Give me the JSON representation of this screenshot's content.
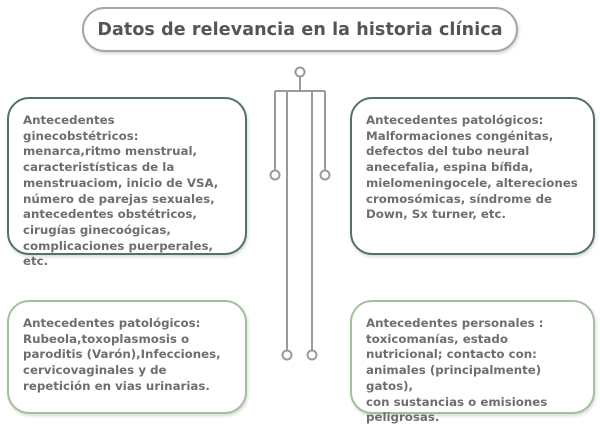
{
  "title": "Datos de relevancia en la historia clínica",
  "boxes": {
    "top_left": "Antecedentes ginecobstétricos:\nmenarca,ritmo menstrual, caracteristísticas de la menstruaciom, inicio de VSA, número de parejas sexuales, antecedentes obstétricos, cirugías ginecoógicas, complicaciones puerperales, etc.",
    "top_right": "Antecedentes patológicos:\nMalformaciones congénitas, defectos del tubo neural anecefalia, espina bífida, mielomeningocele, altereciones cromosómicas, síndrome de Down, Sx turner, etc.",
    "bottom_left": "Antecedentes patológicos:\nRubeola,toxoplasmosis o paroditis (Varón),Infecciones, cervicovaginales y de repetición en vias urinarias.",
    "bottom_right": "Antecedentes personales :\ntoxicomanías, estado nutricional; contacto con: animales (principalmente) gatos),\ncon sustancias o emisiones peligrosas."
  },
  "colors": {
    "title_border": "#a5a5a5",
    "top_border": "#52706e",
    "bottom_border": "#a3c09c",
    "text": "#6e6e6e"
  }
}
